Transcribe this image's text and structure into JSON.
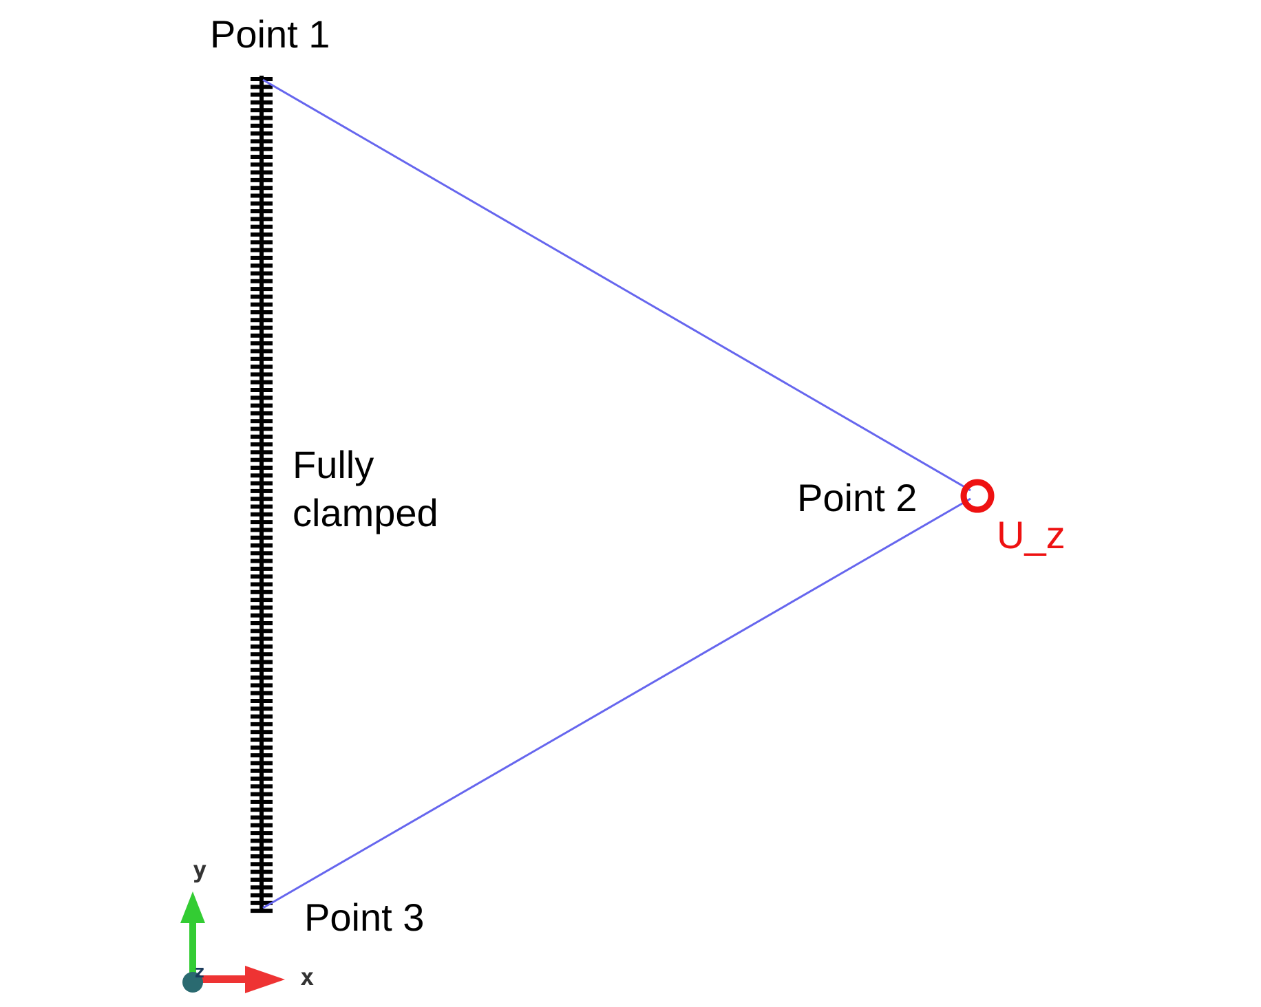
{
  "labels": {
    "point1": "Point 1",
    "point2": "Point 2",
    "point3": "Point 3",
    "clamp_line1": "Fully",
    "clamp_line2": "clamped",
    "displacement": "U_z"
  },
  "axes": {
    "x": "x",
    "y": "y",
    "z": "z"
  },
  "colors": {
    "edges": "#6666ee",
    "clamp": "#000000",
    "marker": "#ee1111",
    "x_axis": "#ee3333",
    "y_axis": "#33cc33",
    "z_axis": "#2266aa"
  },
  "icons": {
    "clamp": "hatched-support-icon",
    "marker": "circle-marker-icon",
    "triad": "xyz-axis-triad-icon"
  }
}
